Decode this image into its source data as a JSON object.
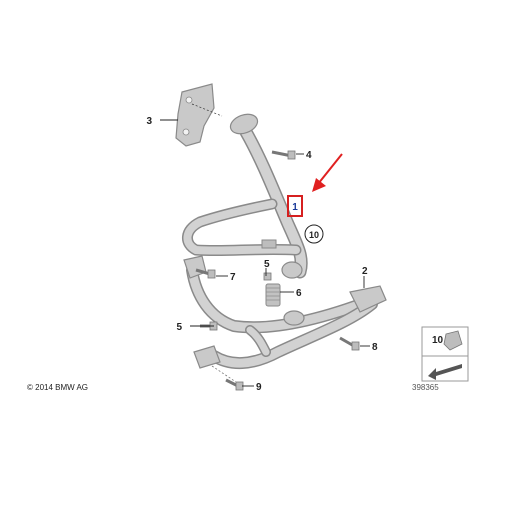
{
  "diagram": {
    "copyright": "© 2014 BMW AG",
    "diagram_number": "398365",
    "legend_symbol": {
      "label": "10",
      "icon": "part-symbol-icon"
    },
    "callouts": {
      "c1": "1",
      "c2": "2",
      "c3": "3",
      "c4": "4",
      "c5a": "5",
      "c5b": "5",
      "c6": "6",
      "c7": "7",
      "c8": "8",
      "c9": "9",
      "c10": "10"
    },
    "colors": {
      "part_fill": "#c9c9c9",
      "part_stroke": "#8a8a8a",
      "arrow": "#e02020",
      "highlight": "#d62020",
      "label": "#222222"
    }
  }
}
